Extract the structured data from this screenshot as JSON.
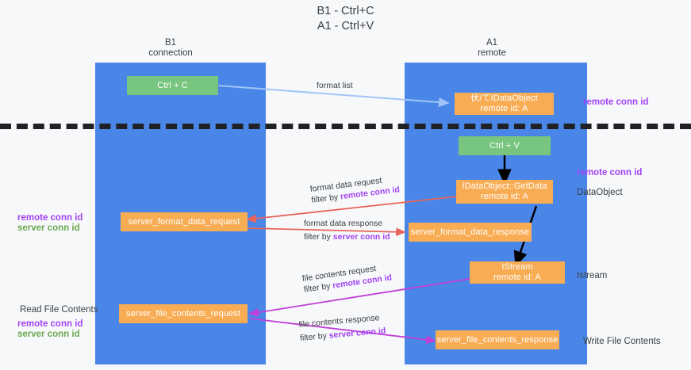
{
  "title": {
    "line1": "B1 - Ctrl+C",
    "line2": "A1 - Ctrl+V"
  },
  "columns": [
    {
      "name": "B1",
      "role": "connection"
    },
    {
      "name": "A1",
      "role": "remote"
    }
  ],
  "colors": {
    "lane": "#4a86e8",
    "node_green": "#78c57f",
    "node_orange": "#f8ac54",
    "accent_purple": "#a142f4",
    "accent_green": "#6aa84f",
    "arrow_blue": "#9fc5f8",
    "arrow_red": "#e8645a",
    "arrow_magenta": "#c13fd6",
    "arrow_black": "#000000",
    "divider": "#202124",
    "background": "#f7f8fa"
  },
  "nodes": {
    "ctrl_c": {
      "label": "Ctrl + C"
    },
    "ctrl_v": {
      "label": "Ctrl + V"
    },
    "idataobject": {
      "label": "伏/てIDataObject",
      "sub": "remote id: A"
    },
    "getdata": {
      "label": "IDataObject::GetData",
      "sub": "remote id: A"
    },
    "istream": {
      "label": "IStream",
      "sub": "remote id: A"
    },
    "server_format_data_request": {
      "label": "server_format_data_request"
    },
    "server_format_data_response": {
      "label": "server_format_data_response"
    },
    "server_file_contents_request": {
      "label": "server_file_contents_request"
    },
    "server_file_contents_response": {
      "label": "server_file_contents_response"
    }
  },
  "edges": {
    "format_list": {
      "line1": "format list"
    },
    "format_data_request": {
      "line1": "format data request",
      "prefix": "filter by ",
      "highlight": "remote conn id"
    },
    "format_data_response": {
      "line1": "format data response",
      "prefix": "filter by ",
      "highlight": "server conn id"
    },
    "file_contents_request": {
      "line1": "file contents request",
      "prefix": "filter by ",
      "highlight": "remote conn id"
    },
    "file_contents_response": {
      "line1": "file contents response",
      "prefix": "filter by ",
      "highlight": "server conn id"
    }
  },
  "captions": {
    "right_remote_conn_id_top": "remote conn id",
    "right_remote_conn_id_mid": "remote conn id",
    "right_dataobject": "DataObject",
    "right_istream": "Istream",
    "right_write_file_contents": "Write File Contents",
    "left_remote_conn_id_mid": "remote conn id",
    "left_server_conn_id_mid": "server conn id",
    "left_read_file_contents": "Read File Contents",
    "left_remote_conn_id_bottom": "remote conn id",
    "left_server_conn_id_bottom": "server conn id"
  }
}
